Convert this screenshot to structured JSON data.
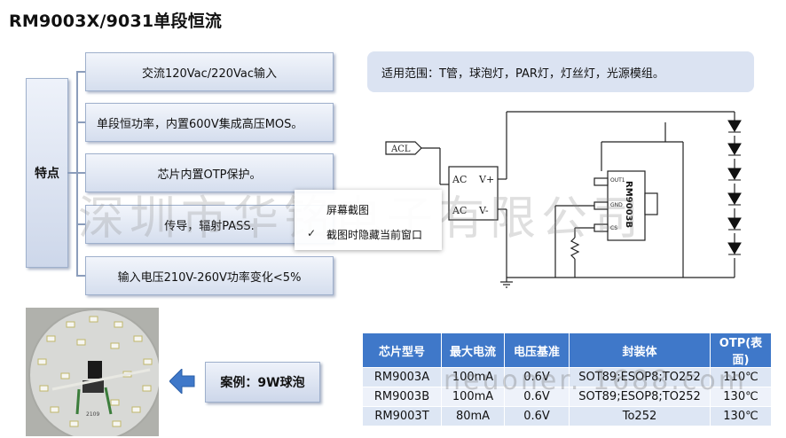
{
  "title": "RM9003X/9031单段恒流",
  "features": {
    "label": "特点",
    "items": [
      "交流120Vac/220Vac输入",
      "单段恒功率，内置600V集成高压MOS。",
      "芯片内置OTP保护。",
      "传导，辐射PASS.",
      "输入电压210V-260V功率变化<5%"
    ]
  },
  "applications": "适用范围：T管，球泡灯，PAR灯，灯丝灯，光源模组。",
  "schematic": {
    "acl_label": "ACL",
    "ac_label_top": "AC",
    "ac_label_bottom": "AC",
    "vplus": "V+",
    "vminus": "V-",
    "chip_name": "RM9003B",
    "pins": [
      "OUT1",
      "GND",
      "CS"
    ]
  },
  "watermark": "深圳市华铭电子有限公司",
  "watermark_url": "neuoner. 1688.com",
  "context_menu": {
    "items": [
      "屏幕截图",
      "截图时隐藏当前窗口"
    ]
  },
  "case_label": "案例：9W球泡",
  "photo_text": "2109",
  "spec_table": {
    "headers": [
      "芯片型号",
      "最大电流",
      "电压基准",
      "封装体",
      "OTP(表面)"
    ],
    "rows": [
      [
        "RM9003A",
        "100mA",
        "0.6V",
        "SOT89;ESOP8;TO252",
        "110℃"
      ],
      [
        "RM9003B",
        "100mA",
        "0.6V",
        "SOT89;ESOP8;TO252",
        "130℃"
      ],
      [
        "RM9003T",
        "80mA",
        "0.6V",
        "To252",
        "130℃"
      ]
    ]
  },
  "colors": {
    "header_blue": "#3f78c9",
    "box_fill": "#dbe3f2",
    "led": "#111111"
  }
}
